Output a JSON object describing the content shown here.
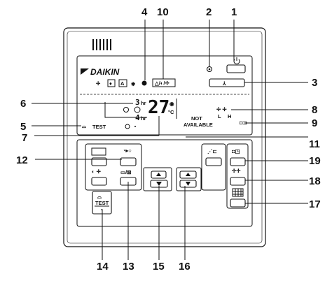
{
  "brand": {
    "logo_text": "DAIKIN"
  },
  "display": {
    "temperature": "27",
    "temp_unit": "°C",
    "timer_on_hours": "3",
    "timer_off_hours": "4",
    "hr_label": "hr",
    "test_label": "TEST",
    "not_available_line1": "NOT",
    "not_available_line2": "AVAILABLE",
    "fan_low": "L",
    "fan_high": "H"
  },
  "buttons": {
    "test_label": "TEST"
  },
  "callouts": [
    "1",
    "2",
    "3",
    "4",
    "5",
    "6",
    "7",
    "8",
    "9",
    "10",
    "11",
    "12",
    "13",
    "14",
    "15",
    "16",
    "17",
    "18",
    "19"
  ],
  "icons": {
    "power": "power-icon",
    "mode": "mode-icon",
    "fan": "fan-icon",
    "clock": "clock-icon",
    "thermometer": "thermometer-icon",
    "louver": "louver-icon",
    "filter": "filter-icon",
    "ventilation": "ventilation-icon"
  }
}
